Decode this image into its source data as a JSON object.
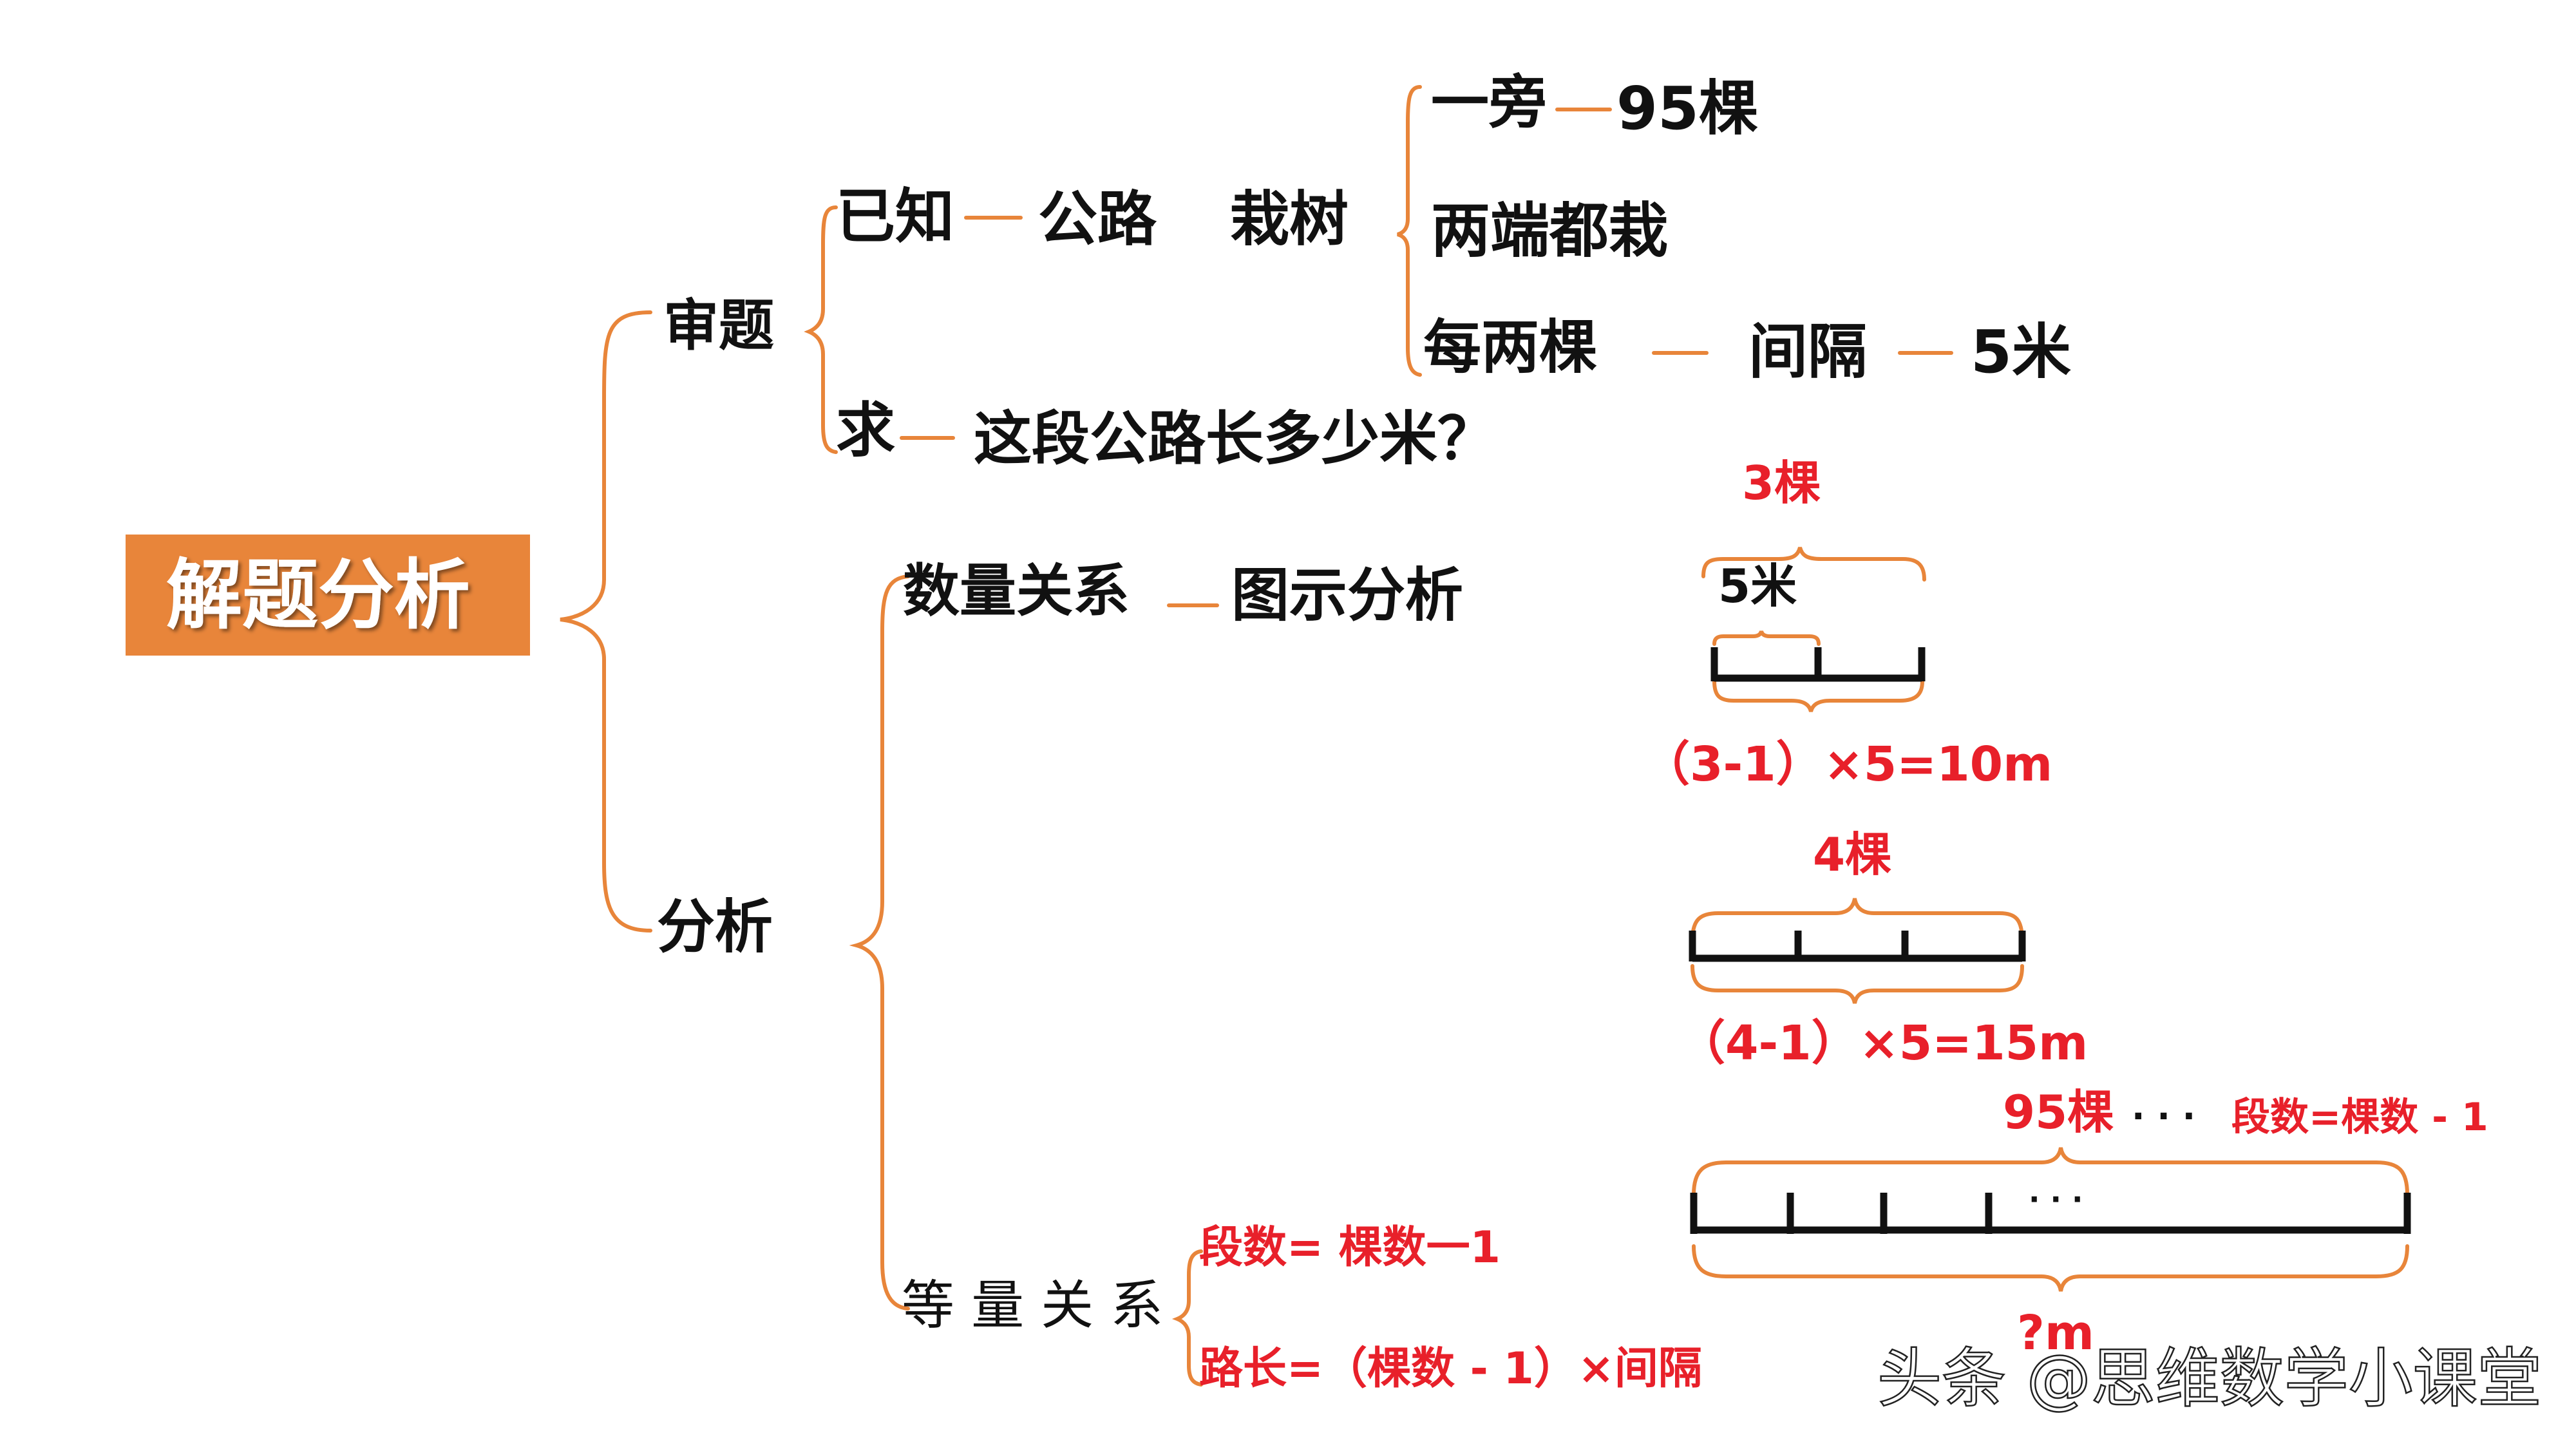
{
  "colors": {
    "orange": "#e8853a",
    "red": "#e8202a",
    "black": "#111111",
    "white": "#ffffff",
    "watermark": "#222222"
  },
  "root": {
    "label": "解题分析"
  },
  "branch_review": {
    "label": "审题",
    "known": {
      "label": "已知",
      "subject": "公路",
      "action": "栽树",
      "side_count": {
        "label": "一旁",
        "value": "95棵"
      },
      "both_ends": "两端都栽",
      "spacing": {
        "label": "每两棵",
        "mid": "间隔",
        "value": "5米"
      }
    },
    "ask": {
      "label": "求",
      "question": "这段公路长多少米？"
    }
  },
  "branch_analysis": {
    "label": "分析",
    "quantity": {
      "label": "数量关系",
      "method": "图示分析"
    },
    "equal": {
      "label": "等 量 关 系",
      "rule1": "段数= 棵数一1",
      "rule2": "路长=（棵数 - 1）×间隔"
    }
  },
  "figure1": {
    "top": "3棵",
    "inner": "5米",
    "formula": "（3-1）×5=10m"
  },
  "figure2": {
    "top": "4棵",
    "formula": "（4-1）×5=15m"
  },
  "figure3": {
    "top": "95棵",
    "dots": "· · ·",
    "note": "段数=棵数 - 1",
    "bar_dots": "· · ·",
    "bottom": "?m"
  },
  "watermark": "头条 @思维数学小课堂"
}
